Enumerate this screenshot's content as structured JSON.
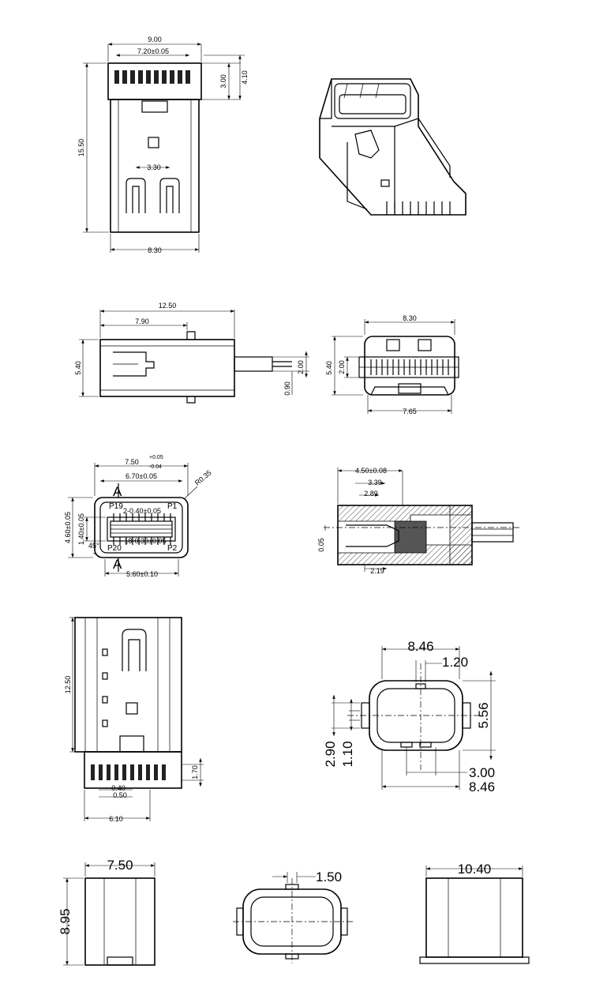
{
  "views": {
    "top_view": {
      "dims": {
        "overall_width": "9.00",
        "pitch_width": "7.20±0.05",
        "height_a": "3.00",
        "height_b": "4.10",
        "length": "15.50",
        "latch_spacing": "3.30",
        "body_width": "8.30"
      }
    },
    "side_view": {
      "dims": {
        "length": "12.50",
        "latch_pos": "7.90",
        "height": "5.40",
        "tail_offset": "0.90",
        "tail_height": "2.00"
      }
    },
    "end_view": {
      "dims": {
        "width": "8.30",
        "height": "5.40",
        "inner": "2.00",
        "bottom_width": "7.65"
      }
    },
    "face_view": {
      "dims": {
        "width": "7.50",
        "tol_upper": "+0.05",
        "tol_lower": "-0.04",
        "inner_width": "6.70±0.05",
        "radius": "R0.35",
        "height": "4.60±0.05",
        "tongue": "1.40±0.05",
        "angle": "45°",
        "bottom_width": "5.60±0.10",
        "upper_pitch": "2-0.40±0.05",
        "lower_pitch": "18-0.30±0.05"
      },
      "labels": {
        "p19": "P19",
        "p1": "P1",
        "p20": "P20",
        "p2": "P2",
        "section_top": "A",
        "section_bottom": "A"
      }
    },
    "section_view": {
      "dims": {
        "depth": "4.50±0.08",
        "d2": "3.39",
        "d3": "2.89",
        "offset": "0.05",
        "bottom": "2.19"
      }
    },
    "bottom_view": {
      "dims": {
        "length": "12.50",
        "pin_height": "1.70",
        "pin_width": "0.40",
        "pitch": "0.50",
        "span": "6.10"
      }
    },
    "cable_end_view": {
      "dims": {
        "width": "8.46",
        "slot": "1.20",
        "height": "5.56",
        "outer_h": "2.90",
        "inner_h": "1.10",
        "slot_spacing": "3.00",
        "bottom_width": "8.46"
      }
    },
    "boot_side": {
      "dims": {
        "width": "7.50",
        "height": "8.95"
      }
    },
    "boot_end": {
      "dims": {
        "slot": "1.50"
      }
    },
    "boot_top": {
      "dims": {
        "width": "10.40"
      }
    }
  }
}
